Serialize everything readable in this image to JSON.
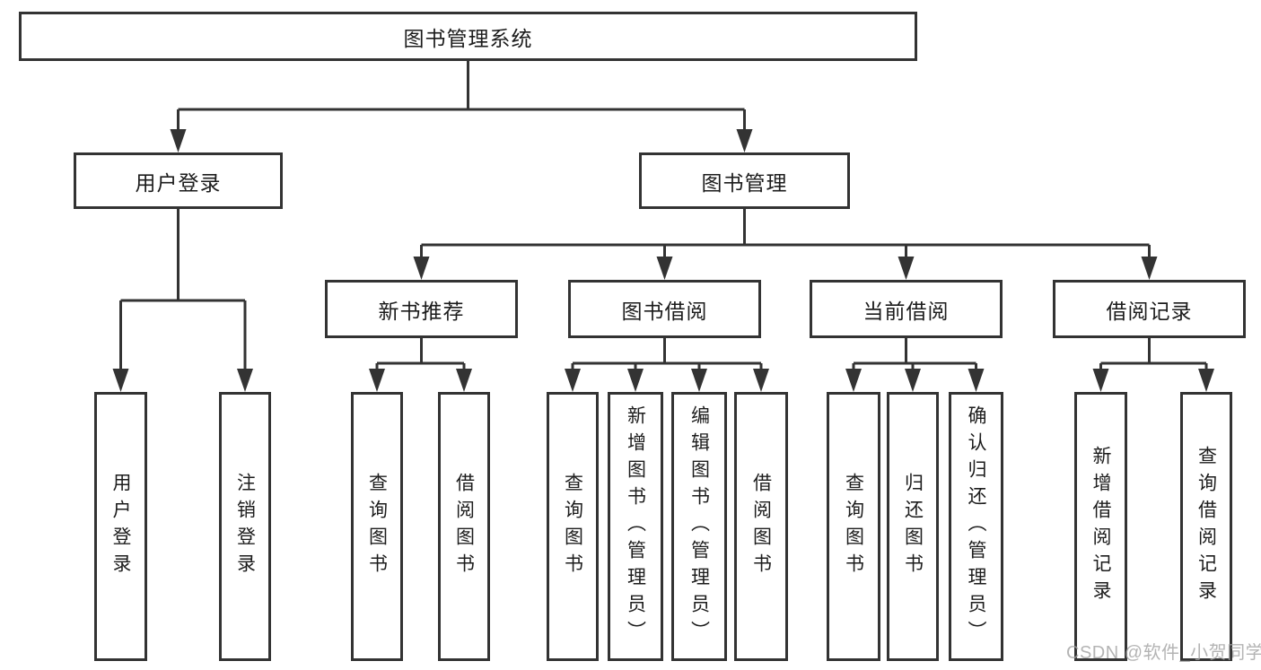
{
  "tree": {
    "label": "图书管理系统",
    "children": [
      {
        "label": "用户登录",
        "children": [
          {
            "label": "用户登录"
          },
          {
            "label": "注销登录"
          }
        ]
      },
      {
        "label": "图书管理",
        "children": [
          {
            "label": "新书推荐",
            "children": [
              {
                "label": "查询图书"
              },
              {
                "label": "借阅图书"
              }
            ]
          },
          {
            "label": "图书借阅",
            "children": [
              {
                "label": "查询图书"
              },
              {
                "label": "新增图书（管理员）"
              },
              {
                "label": "编辑图书（管理员）"
              },
              {
                "label": "借阅图书"
              }
            ]
          },
          {
            "label": "当前借阅",
            "children": [
              {
                "label": "查询图书"
              },
              {
                "label": "归还图书"
              },
              {
                "label": "确认归还（管理员）"
              }
            ]
          },
          {
            "label": "借阅记录",
            "children": [
              {
                "label": "新增借阅记录"
              },
              {
                "label": "查询借阅记录"
              }
            ]
          }
        ]
      }
    ]
  },
  "watermark": {
    "text": "CSDN @软件_小贺同学"
  },
  "colors": {
    "line": "#333333",
    "text": "#1c1c1c",
    "background": "#ffffff",
    "watermark": "#a4a4a4"
  }
}
